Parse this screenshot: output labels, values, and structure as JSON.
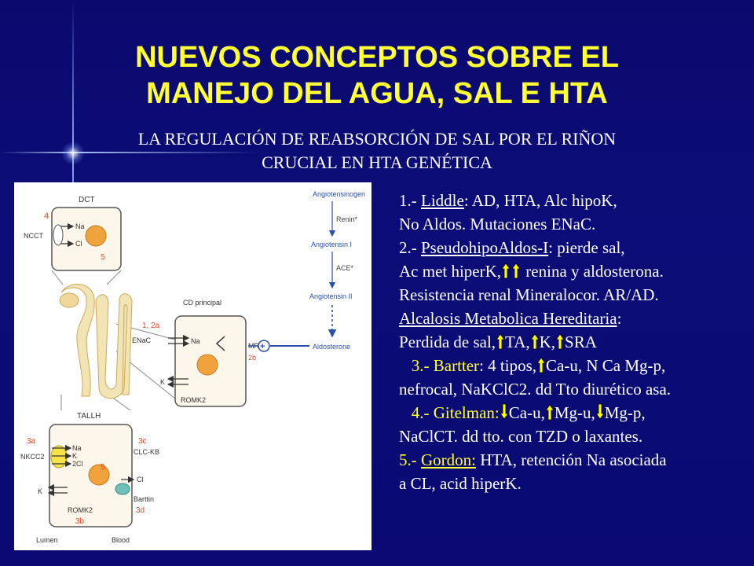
{
  "title": {
    "line1": "NUEVOS CONCEPTOS SOBRE EL",
    "line2": "MANEJO DEL AGUA, SAL E HTA"
  },
  "subtitle": {
    "line1": "LA REGULACIÓN DE REABSORCIÓN DE SAL POR EL RIÑON",
    "line2": "CRUCIAL EN HTA GENÉTICA"
  },
  "colors": {
    "background": "#0a0a72",
    "title": "#ffff33",
    "underline_terms": "#ffff33",
    "arrow_fill": "#ffff00",
    "arrow_stroke": "#000000"
  },
  "diagram": {
    "dct": {
      "label": "DCT",
      "num_left": "4",
      "transporter": "NCCT",
      "na": "Na",
      "cl": "Cl",
      "num_inner": "5"
    },
    "cd": {
      "label": "CD principal",
      "num": "1, 2a",
      "channel": "ENaC",
      "na": "Na",
      "k": "K",
      "romk": "ROMK2",
      "mr": "MR",
      "num_mr": "2b"
    },
    "tallh": {
      "label": "TALLH",
      "num_3a": "3a",
      "nkcc": "NKCC2",
      "na": "Na",
      "k": "K",
      "cl2": "2Cl",
      "num_3c": "3c",
      "clckb": "CLC-KB",
      "num_5": "5",
      "cl": "Cl",
      "barttin": "Barttin",
      "k2": "K",
      "romk": "ROMK2",
      "num_3b": "3b",
      "num_3d": "3d"
    },
    "cascade": {
      "angiotensinogen": "Angiotensinogen",
      "renin": "Renin*",
      "ang1": "Angiotensin I",
      "ace": "ACE*",
      "ang2": "Angiotensin II",
      "aldosterone": "Aldosterone"
    },
    "footer": {
      "lumen": "Lumen",
      "blood": "Blood"
    }
  },
  "content": {
    "l1_pre": "1.- ",
    "l1_term": "Liddle",
    "l1_post": ": AD, HTA, Alc hipoK,",
    "l2": "No Aldos. Mutaciones ENaC.",
    "l3_pre": "2.- ",
    "l3_term": "PseudohipoAldos-I",
    "l3_post": ": pierde sal,",
    "l4_pre": "Ac met hiperK,",
    "l4_post": "renina y aldosterona.",
    "l5": "Resistencia renal Mineralocor. AR/AD.",
    "l6_term": "Alcalosis Metabolica Hereditaria",
    "l6_post": ":",
    "l7_a": "Perdida de sal,",
    "l7_b": "TA,",
    "l7_c": "K,",
    "l7_d": "SRA",
    "l8_pre": "3.- ",
    "l8_term": "Bartter",
    "l8_a": ": 4 tipos,",
    "l8_b": "Ca-u, N Ca Mg-p,",
    "l9": "nefrocal, NaKClC2. dd Tto diurético asa.",
    "l10_pre": "4.- ",
    "l10_term": "Gitelman",
    "l10_a": ":",
    "l10_b": "Ca-u,",
    "l10_c": "Mg-u,",
    "l10_d": "Mg-p,",
    "l11": "NaClCT. dd tto. con TZD o laxantes.",
    "l12_pre": "5.- ",
    "l12_term": "Gordon:",
    "l12_post": " HTA, retención Na asociada",
    "l13": "a CL, acid hiperK."
  }
}
